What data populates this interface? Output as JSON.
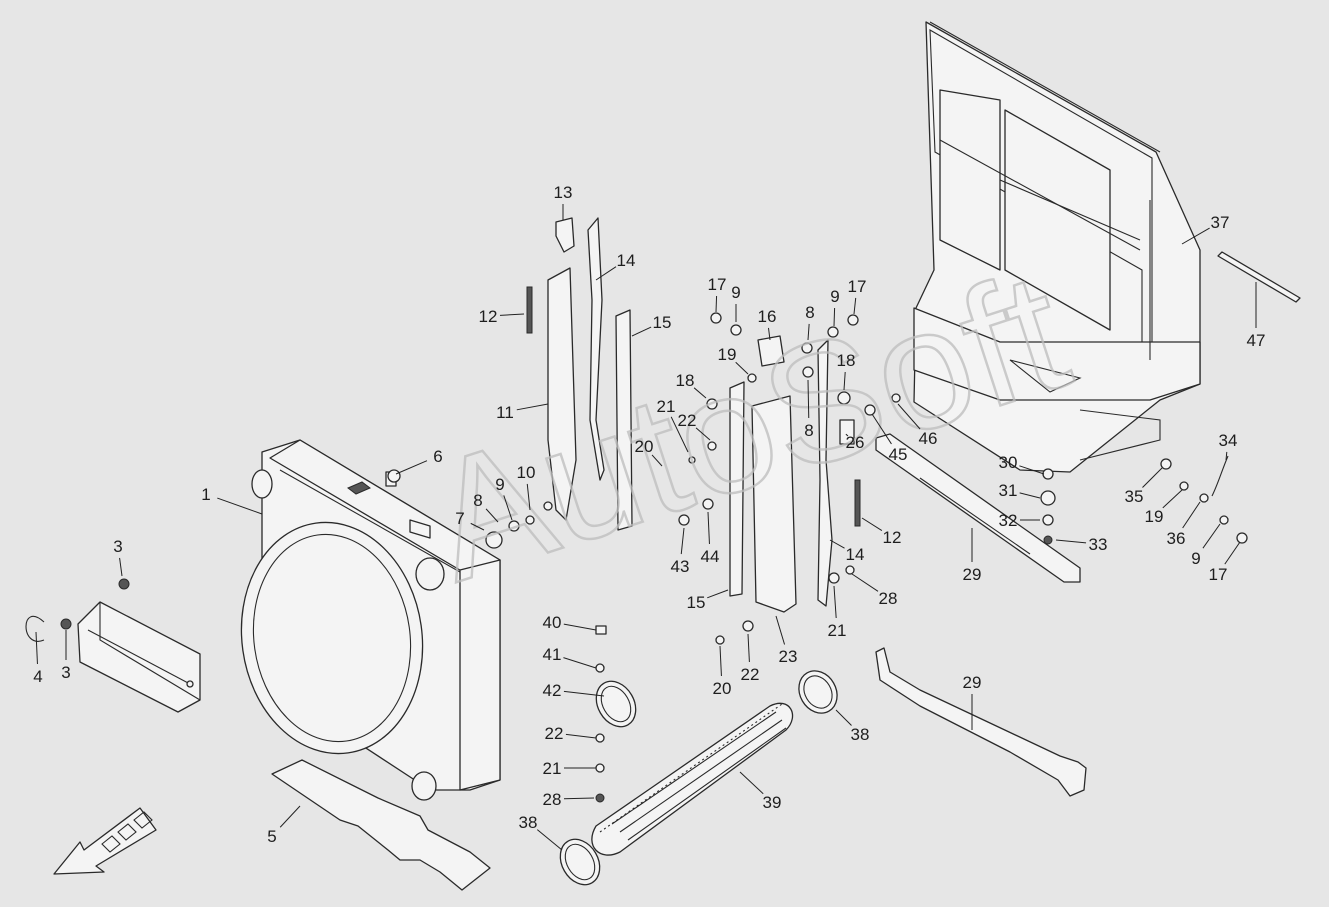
{
  "watermark": "AutoSoft",
  "colors": {
    "background": "#e6e6e6",
    "line": "#2a2a2a",
    "fill": "#f4f4f4"
  },
  "callouts": [
    {
      "label": "1"
    },
    {
      "label": "3"
    },
    {
      "label": "3"
    },
    {
      "label": "4"
    },
    {
      "label": "5"
    },
    {
      "label": "6"
    },
    {
      "label": "7"
    },
    {
      "label": "8"
    },
    {
      "label": "9"
    },
    {
      "label": "10"
    },
    {
      "label": "11"
    },
    {
      "label": "12"
    },
    {
      "label": "13"
    },
    {
      "label": "14"
    },
    {
      "label": "15"
    },
    {
      "label": "17"
    },
    {
      "label": "9"
    },
    {
      "label": "16"
    },
    {
      "label": "19"
    },
    {
      "label": "18"
    },
    {
      "label": "22"
    },
    {
      "label": "21"
    },
    {
      "label": "20"
    },
    {
      "label": "43"
    },
    {
      "label": "44"
    },
    {
      "label": "15"
    },
    {
      "label": "8"
    },
    {
      "label": "9"
    },
    {
      "label": "17"
    },
    {
      "label": "8"
    },
    {
      "label": "18"
    },
    {
      "label": "26"
    },
    {
      "label": "45"
    },
    {
      "label": "46"
    },
    {
      "label": "12"
    },
    {
      "label": "14"
    },
    {
      "label": "28"
    },
    {
      "label": "21"
    },
    {
      "label": "23"
    },
    {
      "label": "22"
    },
    {
      "label": "20"
    },
    {
      "label": "37"
    },
    {
      "label": "47"
    },
    {
      "label": "30"
    },
    {
      "label": "31"
    },
    {
      "label": "32"
    },
    {
      "label": "33"
    },
    {
      "label": "29"
    },
    {
      "label": "34"
    },
    {
      "label": "35"
    },
    {
      "label": "19"
    },
    {
      "label": "36"
    },
    {
      "label": "9"
    },
    {
      "label": "17"
    },
    {
      "label": "40"
    },
    {
      "label": "41"
    },
    {
      "label": "42"
    },
    {
      "label": "22"
    },
    {
      "label": "21"
    },
    {
      "label": "28"
    },
    {
      "label": "38"
    },
    {
      "label": "39"
    },
    {
      "label": "38"
    },
    {
      "label": "29"
    }
  ]
}
